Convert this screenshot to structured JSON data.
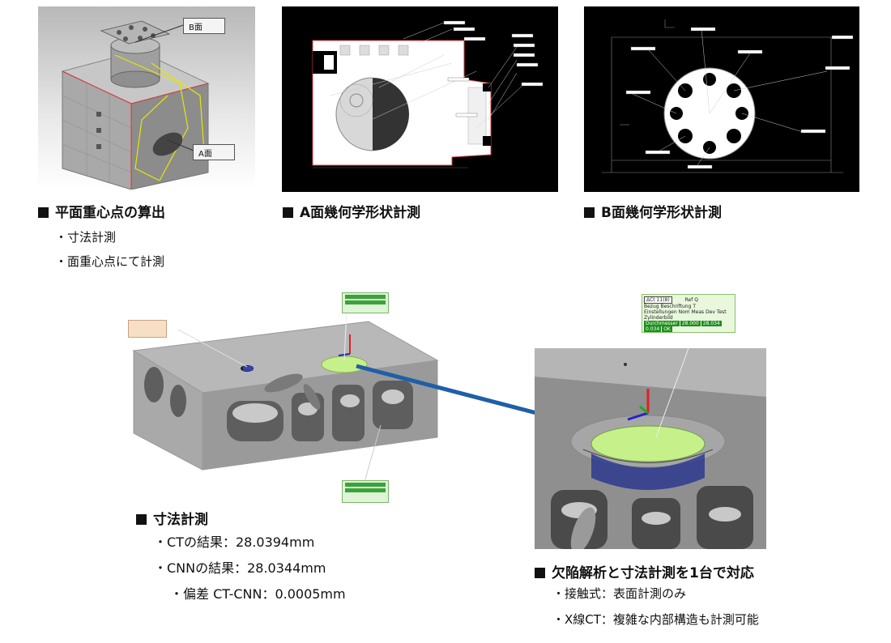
{
  "callouts": {
    "b_face": "B面",
    "a_face": "A面"
  },
  "sections": {
    "centroid": {
      "title": "平面重心点の算出",
      "bullets": [
        "・寸法計測",
        "・面重心点にて計測"
      ]
    },
    "a_geometry": {
      "title": "A面幾何学形状計測"
    },
    "b_geometry": {
      "title": "B面幾何学形状計測"
    },
    "dimension": {
      "title": "寸法計測",
      "bullets": [
        "・CTの結果：28.0394mm",
        "・CNNの結果：28.0344mm"
      ],
      "sub_bullet": "・偏差 CT-CNN：0.0005mm"
    },
    "defect": {
      "title": "欠陥解析と寸法計測を1台で対応",
      "bullets": [
        "・接触式：表面計測のみ",
        "・X線CT：複雑な内部構造も計測可能"
      ]
    }
  },
  "measurement_box": {
    "id": "ΔCt 11(8)",
    "ref": "Ref Q",
    "row1": "Bezug Beschriftung  T",
    "row2": "Einstellungen Nom   Meas  Dev  Test",
    "row3": "Zylinderbild",
    "cells": [
      "Durchmesser",
      "28.000",
      "28.034",
      "0.034",
      "OK"
    ]
  },
  "colors": {
    "arrow": "#1f5fa8",
    "heading_square": "#111111",
    "cyl_highlight": "#c6f08a"
  }
}
